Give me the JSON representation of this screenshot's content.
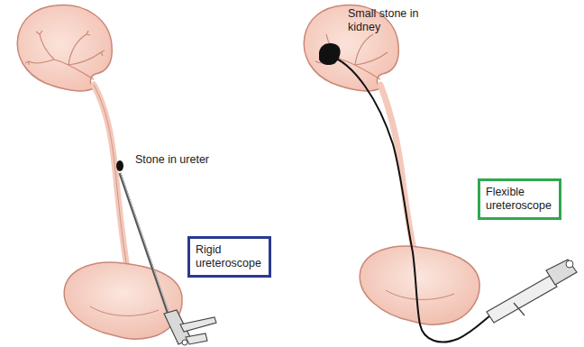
{
  "diagram": {
    "nodes": [
      {
        "text": [
          "Rigid ureteroscope"
        ]
      },
      {
        "text": [
          "Flexible ureteroscope"
        ]
      }
    ],
    "labels": [
      "Stone in ureter",
      "Small stone in kidney"
    ]
  }
}
